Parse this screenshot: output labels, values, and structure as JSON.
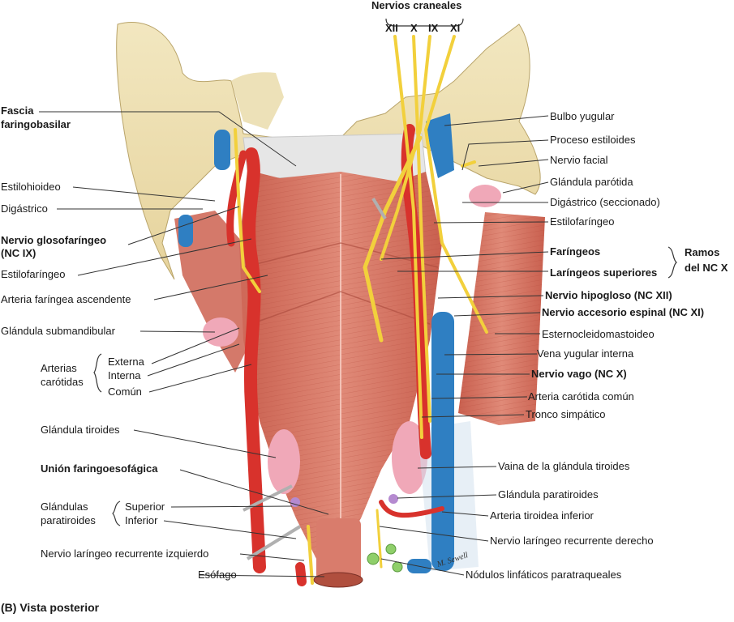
{
  "caption": "(B) Vista posterior",
  "artist_signature": "M. Sewell",
  "colors": {
    "bone": "#efe3b8",
    "muscle": "#d97c6c",
    "artery": "#d8322c",
    "vein": "#2f7fc2",
    "nerve": "#f2d03c",
    "gland": "#f0a8b8",
    "fascia": "#e6e6e6",
    "leader": "#333333"
  },
  "header": {
    "nervios_craneales": "Nervios craneales",
    "xii": "XII",
    "x": "X",
    "ix": "IX",
    "xi": "XI"
  },
  "left_labels": {
    "fascia_1": "Fascia",
    "fascia_2": "faringobasilar",
    "estilohioideo": "Estilohioideo",
    "digastrico": "Digástrico",
    "glosofaringeo_1": "Nervio glosofaríngeo",
    "glosofaringeo_2": "(NC IX)",
    "estilofaringeo": "Estilofaríngeo",
    "arteria_faringea": "Arteria faríngea ascendente",
    "glandula_submandibular": "Glándula submandibular",
    "arterias_1": "Arterias",
    "arterias_2": "carótidas",
    "externa": "Externa",
    "interna": "Interna",
    "comun": "Común",
    "glandula_tiroides": "Glándula tiroides",
    "union": "Unión faringoesofágica",
    "paratiroides_1": "Glándulas",
    "paratiroides_2": "paratiroides",
    "superior": "Superior",
    "inferior": "Inferior",
    "laringeo_izq": "Nervio laríngeo recurrente izquierdo",
    "esofago": "Esófago"
  },
  "right_labels": {
    "bulbo_yugular": "Bulbo yugular",
    "proceso_estiloides": "Proceso estiloides",
    "nervio_facial": "Nervio facial",
    "glandula_parotida": "Glándula parótida",
    "digastrico_sec": "Digástrico (seccionado)",
    "estilofaringeo": "Estilofaríngeo",
    "faringeos": "Faríngeos",
    "laringeos_sup": "Laríngeos superiores",
    "ramos_1": "Ramos",
    "ramos_2": "del NC X",
    "hipogloso": "Nervio hipogloso (NC XII)",
    "accesorio": "Nervio accesorio espinal (NC XI)",
    "esternocleido": "Esternocleidomastoideo",
    "vena_yugular": "Vena yugular interna",
    "vago": "Nervio vago (NC X)",
    "carotida_comun": "Arteria carótida común",
    "tronco_simpatico": "Tronco simpático",
    "vaina_tiroides": "Vaina de la glándula tiroides",
    "glandula_paratiroides": "Glándula paratiroides",
    "tiroidea_inferior": "Arteria tiroidea inferior",
    "laringeo_der": "Nervio laríngeo recurrente derecho",
    "nodulos": "Nódulos linfáticos paratraqueales"
  }
}
